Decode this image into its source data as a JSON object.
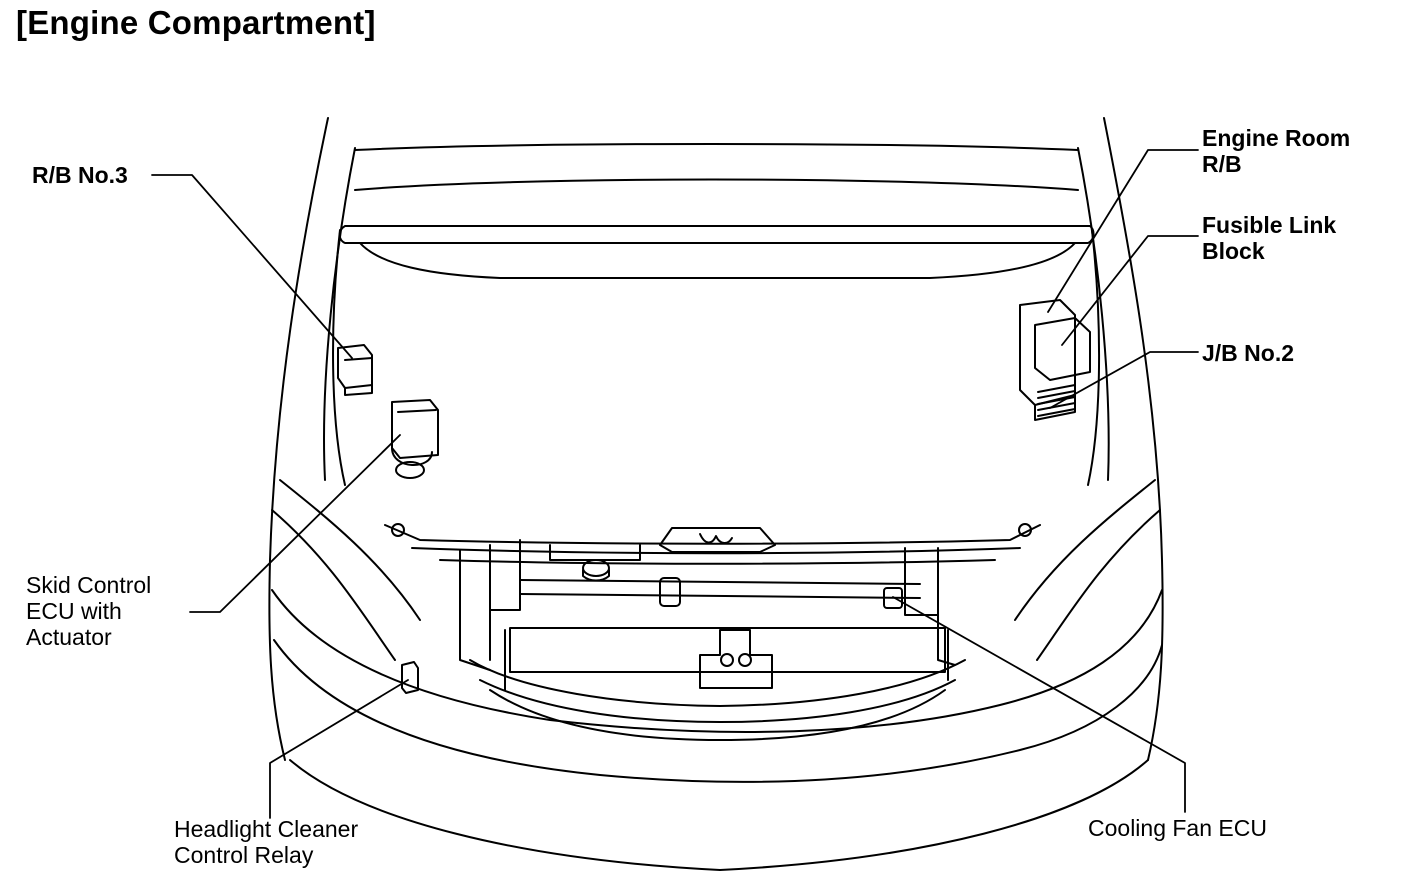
{
  "title": "[Engine Compartment]",
  "labels": {
    "rb_no3": [
      "R/B No.3"
    ],
    "skid_control_ecu": [
      "Skid Control",
      "ECU with",
      "Actuator"
    ],
    "headlight_cleaner_relay": [
      "Headlight Cleaner",
      "Control Relay"
    ],
    "engine_room_rb": [
      "Engine Room",
      "R/B"
    ],
    "fusible_link_block": [
      "Fusible Link",
      "Block"
    ],
    "jb_no2": [
      "J/B No.2"
    ],
    "cooling_fan_ecu": [
      "Cooling Fan ECU"
    ]
  },
  "line_color": "#000000",
  "background_color": "#ffffff"
}
